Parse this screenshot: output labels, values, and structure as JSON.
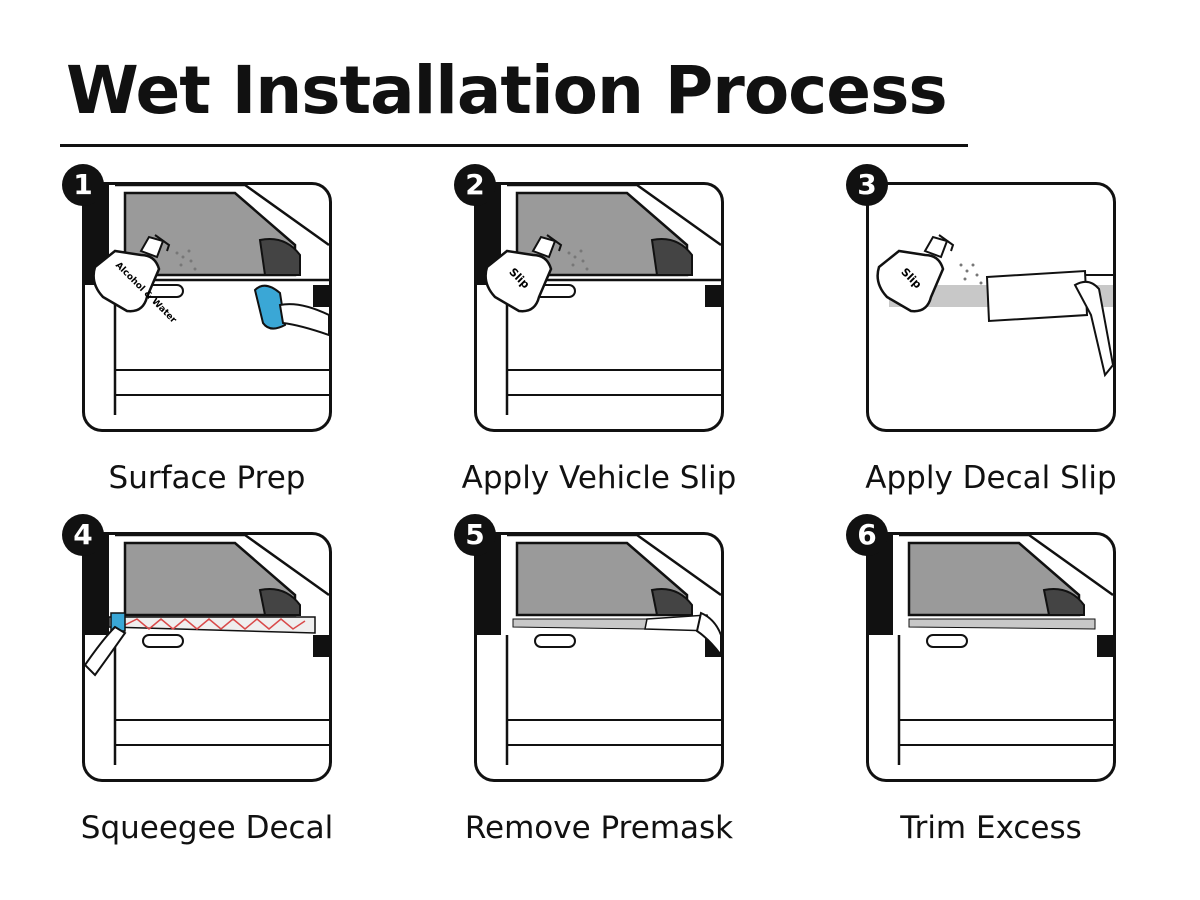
{
  "title": "Wet Installation Process",
  "steps": [
    {
      "number": "1",
      "label": "Surface Prep",
      "bottle_label": "Alcohol & Water"
    },
    {
      "number": "2",
      "label": "Apply Vehicle Slip",
      "bottle_label": "Slip"
    },
    {
      "number": "3",
      "label": "Apply Decal Slip",
      "bottle_label": "Slip"
    },
    {
      "number": "4",
      "label": "Squeegee Decal"
    },
    {
      "number": "5",
      "label": "Remove Premask"
    },
    {
      "number": "6",
      "label": "Trim Excess"
    }
  ],
  "colors": {
    "ink": "#111111",
    "window": "#9a9a9a",
    "towel": "#3aa7d6",
    "squeegee_line": "#d94a4a",
    "decal": "#c8c8c8"
  }
}
